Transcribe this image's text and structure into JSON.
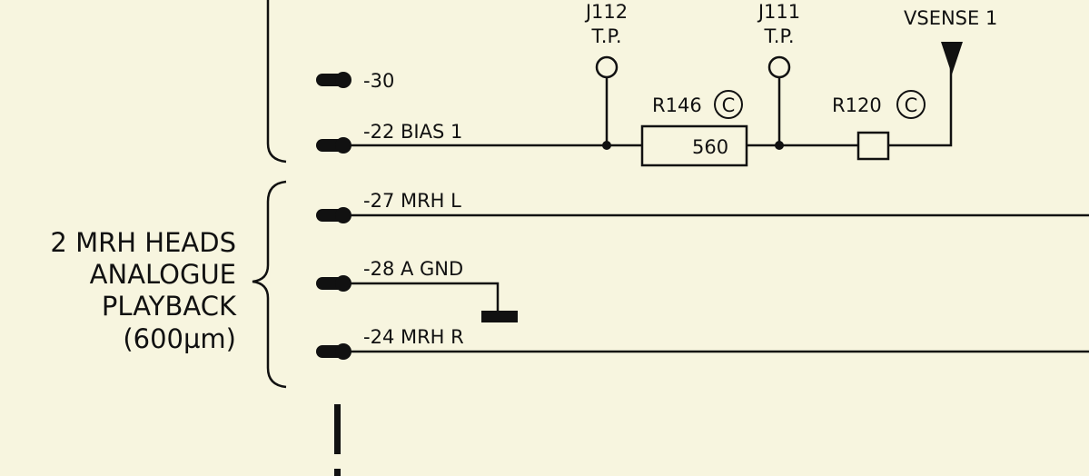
{
  "group_label": [
    "2 MRH HEADS",
    "ANALOGUE",
    "PLAYBACK",
    "(600µm)"
  ],
  "pins": [
    {
      "label": "-30"
    },
    {
      "label": "-22 BIAS 1"
    },
    {
      "label": "-27 MRH L"
    },
    {
      "label": "-28 A GND"
    },
    {
      "label": "-24 MRH R"
    }
  ],
  "test_points": [
    {
      "ref": "J112",
      "type": "T.P."
    },
    {
      "ref": "J111",
      "type": "T.P."
    }
  ],
  "resistors": [
    {
      "ref": "R146",
      "mark": "C",
      "value": "560"
    },
    {
      "ref": "R120",
      "mark": "C"
    }
  ],
  "vsense": "VSENSE 1",
  "colors": {
    "ink": "#111111",
    "paper": "#f7f5df"
  }
}
